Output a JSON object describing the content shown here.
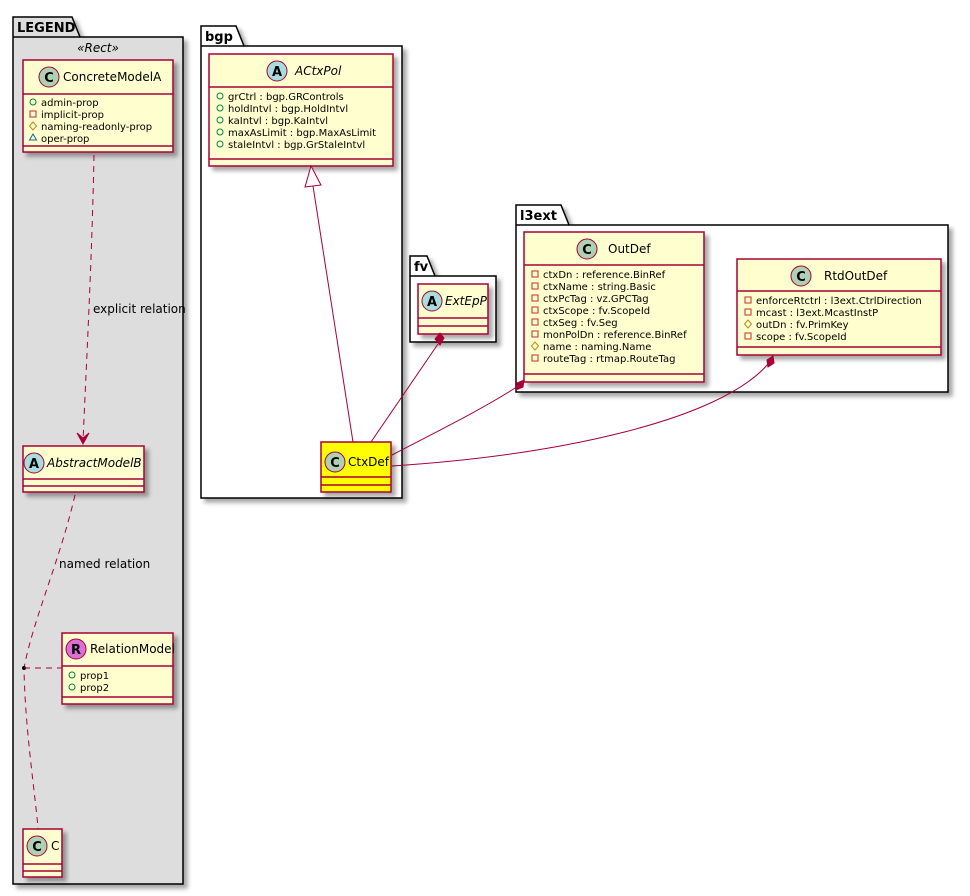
{
  "colors": {
    "class_fill": "#FEFECE",
    "class_border": "#A80036",
    "highlight_fill": "#FFFF00",
    "legend_fill": "#DDDDDD",
    "circle_C": "#ADD1B2",
    "circle_A": "#A9DCDF",
    "circle_R": "#DA70D6",
    "vis_public": "#038048",
    "vis_private": "#C82930",
    "vis_protected": "#B38D22",
    "vis_package": "#1963A0"
  },
  "packages": {
    "legend": {
      "name": "LEGEND",
      "stereotype": "«Rect»"
    },
    "bgp": {
      "name": "bgp"
    },
    "fv": {
      "name": "fv"
    },
    "l3ext": {
      "name": "l3ext"
    }
  },
  "classes": {
    "concreteModelA": {
      "name": "ConcreteModelA",
      "kind": "C",
      "attrs": [
        {
          "vis": "public",
          "text": "admin-prop"
        },
        {
          "vis": "private",
          "text": "implicit-prop"
        },
        {
          "vis": "protected",
          "text": "naming-readonly-prop"
        },
        {
          "vis": "package",
          "text": "oper-prop"
        }
      ]
    },
    "abstractModelB": {
      "name": "AbstractModelB",
      "kind": "A",
      "attrs": []
    },
    "relationModel": {
      "name": "RelationModel",
      "kind": "R",
      "attrs": [
        {
          "vis": "public",
          "text": "prop1"
        },
        {
          "vis": "public",
          "text": "prop2"
        }
      ]
    },
    "c": {
      "name": "C",
      "kind": "C",
      "attrs": []
    },
    "actxPol": {
      "name": "ACtxPol",
      "kind": "A",
      "attrs": [
        {
          "vis": "public",
          "text": "grCtrl : bgp.GRControls"
        },
        {
          "vis": "public",
          "text": "holdIntvl : bgp.HoldIntvl"
        },
        {
          "vis": "public",
          "text": "kaIntvl : bgp.KaIntvl"
        },
        {
          "vis": "public",
          "text": "maxAsLimit : bgp.MaxAsLimit"
        },
        {
          "vis": "public",
          "text": "staleIntvl : bgp.GrStaleIntvl"
        }
      ]
    },
    "ctxDef": {
      "name": "CtxDef",
      "kind": "C",
      "attrs": []
    },
    "extEpP": {
      "name": "ExtEpP",
      "kind": "A",
      "attrs": []
    },
    "outDef": {
      "name": "OutDef",
      "kind": "C",
      "attrs": [
        {
          "vis": "private",
          "text": "ctxDn : reference.BinRef"
        },
        {
          "vis": "private",
          "text": "ctxName : string.Basic"
        },
        {
          "vis": "private",
          "text": "ctxPcTag : vz.GPCTag"
        },
        {
          "vis": "private",
          "text": "ctxScope : fv.ScopeId"
        },
        {
          "vis": "private",
          "text": "ctxSeg : fv.Seg"
        },
        {
          "vis": "private",
          "text": "monPolDn : reference.BinRef"
        },
        {
          "vis": "protected",
          "text": "name : naming.Name"
        },
        {
          "vis": "private",
          "text": "routeTag : rtmap.RouteTag"
        }
      ]
    },
    "rtdOutDef": {
      "name": "RtdOutDef",
      "kind": "C",
      "attrs": [
        {
          "vis": "private",
          "text": "enforceRtctrl : l3ext.CtrlDirection"
        },
        {
          "vis": "private",
          "text": "mcast : l3ext.McastInstP"
        },
        {
          "vis": "protected",
          "text": "outDn : fv.PrimKey"
        },
        {
          "vis": "private",
          "text": "scope : fv.ScopeId"
        }
      ]
    }
  },
  "relations": {
    "explicit": {
      "label": "explicit relation"
    },
    "named": {
      "label": "named relation"
    }
  }
}
